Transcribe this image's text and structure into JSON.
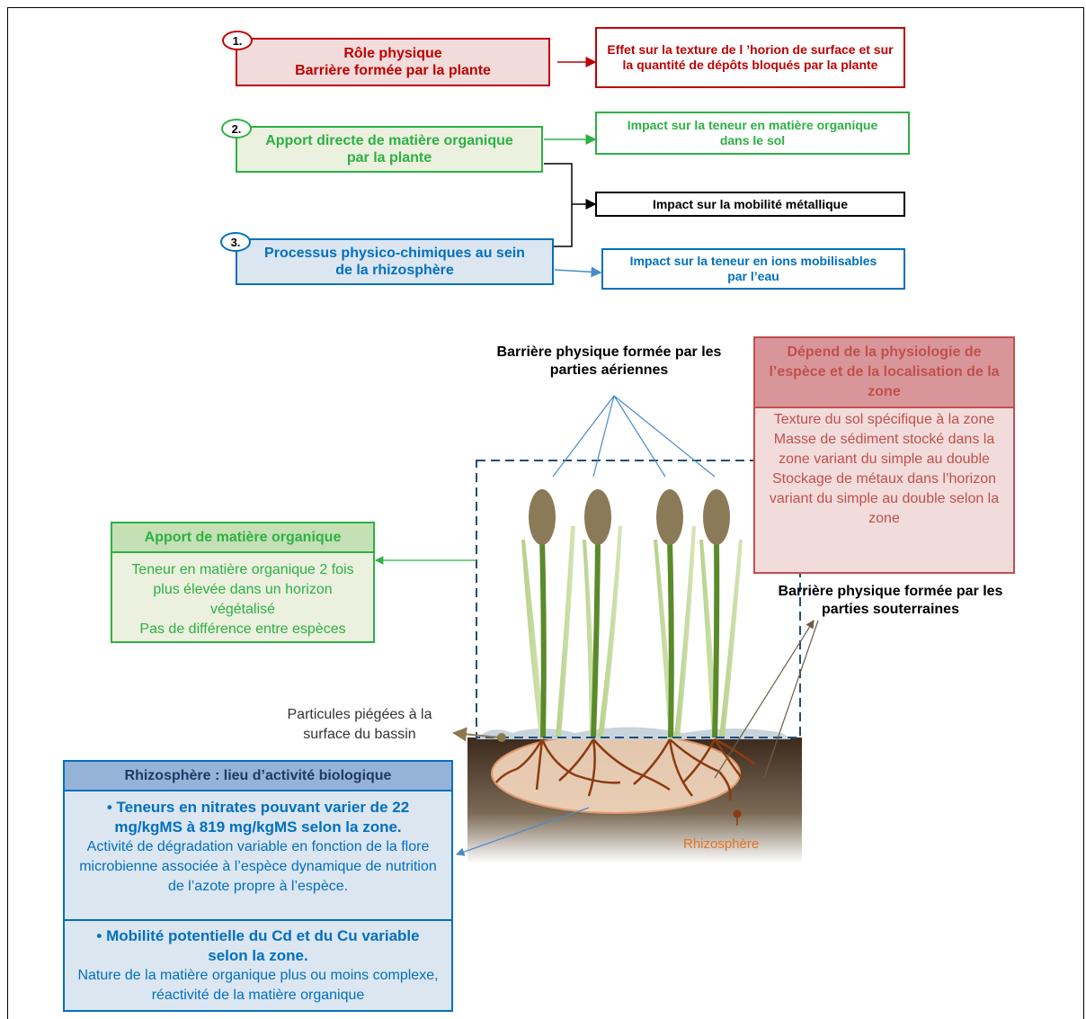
{
  "top": {
    "box1": {
      "number": "1.",
      "line1": "Rôle physique",
      "line2": "Barrière formée par la plante",
      "effect": "Effet sur la texture de l ’horion de surface et sur la quantité de dépôts bloqués par la plante"
    },
    "box2": {
      "number": "2.",
      "label": "Apport directe de matière organique par la plante",
      "effect": "Impact sur la teneur en matière organique dans le sol"
    },
    "box3": {
      "number": "3.",
      "label": "Processus physico-chimiques au sein de la rhizosphère",
      "effect": "Impact sur la teneur en  ions mobilisables par l’eau"
    },
    "shared_effect": "Impact sur la mobilité métallique"
  },
  "illustration": {
    "aerial_label": "Barrière physique formée par les parties aériennes",
    "underground_label": "Barrière physique formée par les parties souterraines",
    "particles_label": "Particules piégées à la surface du bassin",
    "rhizosphere_label": "Rhizosphère"
  },
  "panels": {
    "organic": {
      "title": "Apport de matière organique",
      "lines": [
        "Teneur en matière organique 2 fois plus élevée dans un horizon végétalisé",
        "Pas de différence entre espèces"
      ]
    },
    "physiology": {
      "title": "Dépend de la physiologie de l’espèce et de la localisation de la zone",
      "lines": [
        "Texture du sol spécifique à la zone",
        "Masse de sédiment stocké dans la zone variant du simple au double",
        "Stockage de métaux dans l’horizon variant du simple au double selon la zone"
      ]
    },
    "rhizo": {
      "title": "Rhizosphère : lieu d’activité biologique",
      "section1_bold": "• Teneurs en nitrates  pouvant varier de 22 mg/kgMS à 819 mg/kgMS selon la zone.",
      "section1_text": "Activité de dégradation  variable en fonction de la flore microbienne associée à l’espèce dynamique de nutrition de l’azote propre à l’espèce.",
      "section2_bold": "• Mobilité potentielle du Cd et du Cu variable selon la zone.",
      "section2_text": "Nature de la matière organique plus ou moins complexe, réactivité de la matière organique"
    }
  },
  "colors": {
    "red": "#c00000",
    "green": "#2db045",
    "blue": "#0070c0",
    "panel_red_head": "#d9969a",
    "panel_red_body": "#f2dcdb",
    "panel_green_head": "#c5e0b4",
    "panel_green_body": "#ebf1de",
    "panel_blue_head": "#95b3d7",
    "panel_blue_body": "#dce6f1"
  }
}
